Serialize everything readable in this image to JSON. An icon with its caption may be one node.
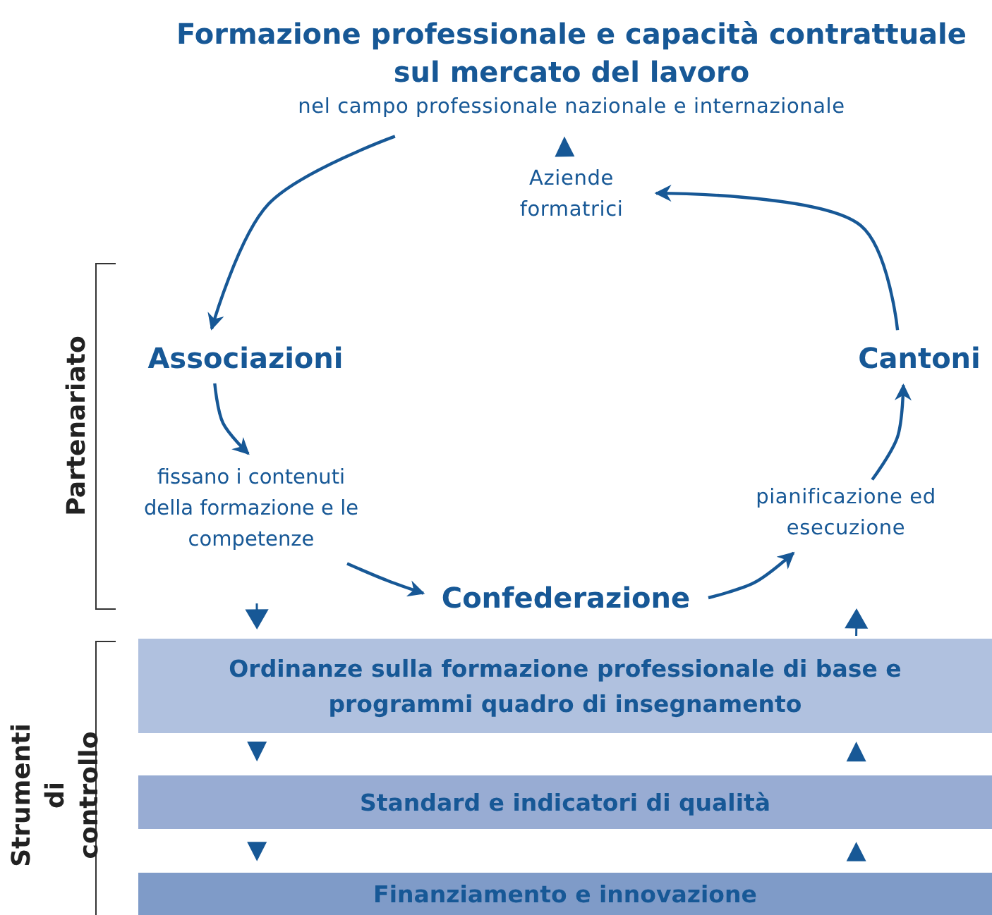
{
  "diagram": {
    "nodes": [
      {
        "text": [
          "Formazione professionale e capacità contrattuale sul mercato del lavoro",
          "nel campo professionale nazionale e internazionale"
        ]
      },
      {
        "text": [
          "Aziende formatrici"
        ]
      },
      {
        "text": [
          "Associazioni"
        ]
      },
      {
        "text": [
          "fissano i contenuti della formazione e le competenze"
        ]
      },
      {
        "text": [
          "Confederazione"
        ]
      },
      {
        "text": [
          "pianificazione ed esecuzione"
        ]
      },
      {
        "text": [
          "Cantoni"
        ]
      },
      {
        "text": [
          "Ordinanze sulla formazione professionale di base e programmi quadro di insegnamento"
        ]
      },
      {
        "text": [
          "Standard e indicatori di qualità"
        ]
      },
      {
        "text": [
          "Finanziamento e innovazione"
        ]
      }
    ],
    "edges": [
      {
        "from": 0,
        "to": 2,
        "arrow": "to"
      },
      {
        "from": 2,
        "to": 3,
        "arrow": "to"
      },
      {
        "from": 3,
        "to": 4,
        "arrow": "to"
      },
      {
        "from": 4,
        "to": 5,
        "arrow": "to"
      },
      {
        "from": 5,
        "to": 6,
        "arrow": "to"
      },
      {
        "from": 6,
        "to": 1,
        "arrow": "to"
      },
      {
        "from": 1,
        "to": 0,
        "arrow": "to"
      },
      {
        "from": null,
        "to": 7,
        "arrow": "to"
      },
      {
        "from": 7,
        "to": 8,
        "arrow": "to"
      },
      {
        "from": 8,
        "to": 9,
        "arrow": "to"
      },
      {
        "from": 9,
        "to": 8,
        "arrow": "to"
      },
      {
        "from": 8,
        "to": 7,
        "arrow": "to"
      },
      {
        "from": 7,
        "to": null,
        "arrow": "to"
      }
    ],
    "labels": [
      "Partenariato",
      "Strumenti di controllo"
    ]
  }
}
